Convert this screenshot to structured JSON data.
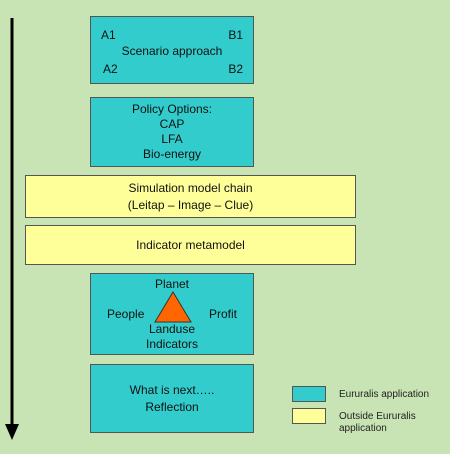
{
  "colors": {
    "background": "#c8e4b4",
    "eururalis": "#33cccc",
    "outside": "#ffff99",
    "triangle": "#ff6600",
    "arrow": "#000000"
  },
  "scenario": {
    "a1": "A1",
    "b1": "B1",
    "title": "Scenario approach",
    "a2": "A2",
    "b2": "B2"
  },
  "policy": {
    "title": "Policy Options:",
    "items": [
      "CAP",
      "LFA",
      "Bio-energy"
    ]
  },
  "simulation": {
    "line1": "Simulation model chain",
    "line2": "(Leitap – Image – Clue)"
  },
  "indicator_metamodel": {
    "label": "Indicator metamodel"
  },
  "indicators": {
    "planet": "Planet",
    "people": "People",
    "profit": "Profit",
    "landuse": "Landuse",
    "label": "Indicators"
  },
  "next": {
    "line1": "What is next…..",
    "line2": "Reflection"
  },
  "legend": {
    "eururalis": "Eururalis application",
    "outside_line1": "Outside Eururalis",
    "outside_line2": "application"
  }
}
